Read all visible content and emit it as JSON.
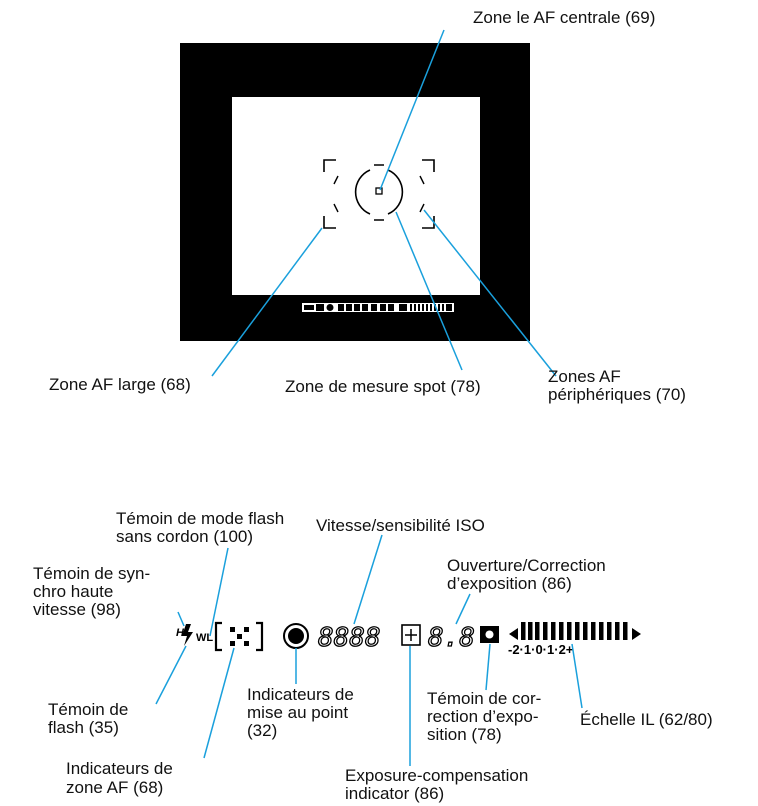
{
  "viewfinder": {
    "labels": {
      "center_af": "Zone  le AF centrale  (69)",
      "wide_af": "Zone AF large  (68)",
      "spot": "Zone de mesure spot  (78)",
      "peripheral_line1": "Zones AF",
      "peripheral_line2": "périphériques  (70)"
    },
    "mini_display_text": "Ⓦ▪8888±88▪"
  },
  "display": {
    "labels": {
      "wireless_flash_1": "Témoin de mode flash",
      "wireless_flash_2": "sans cordon  (100)",
      "high_speed_1": "Témoin de syn-",
      "high_speed_2": "chro haute",
      "high_speed_3": "vitesse  (98)",
      "shutter_iso": "Vitesse/sensibilité ISO",
      "aperture_1": "Ouverture/Correction",
      "aperture_2": "d’exposition (86)",
      "flash_1": "Témoin de",
      "flash_2": "flash  (35)",
      "af_zone_1": "Indicateurs de",
      "af_zone_2": "zone AF (68)",
      "focus_1": "Indicateurs de",
      "focus_2": "mise au point",
      "focus_3": "(32)",
      "exp_comp_1": "Exposure-compensation",
      "exp_comp_2": "indicator (86)",
      "comp_witness_1": "Témoin de cor-",
      "comp_witness_2": "rection d’expo-",
      "comp_witness_3": "sition  (78)",
      "ev_scale": "Échelle IL  (62/80)"
    },
    "lcd": {
      "hs_glyph": "H",
      "wl_glyph": "WL",
      "shutter_digits": "8888",
      "aperture_digits": "8.8",
      "scale_ticks": "-2·1·0·1·2+"
    }
  },
  "colors": {
    "leader": "#1aa0dc",
    "frame": "#000000"
  }
}
